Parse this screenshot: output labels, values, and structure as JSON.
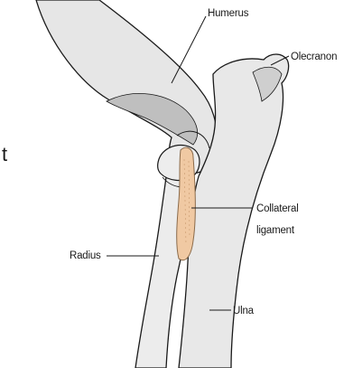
{
  "diagram": {
    "colors": {
      "bone_fill": "#e6e6e6",
      "bone_shade": "#bfbfbf",
      "outline": "#1a1a1a",
      "ligament_fill": "#f0c9a3",
      "ligament_stroke": "#8a6a4a",
      "background": "#ffffff"
    },
    "labels": {
      "humerus": "Humerus",
      "olecranon": "Olecranon",
      "collateral_line1": "Collateral",
      "collateral_line2": "ligament",
      "radius": "Radius",
      "ulna": "Ulna",
      "edge_mark": "t"
    }
  }
}
